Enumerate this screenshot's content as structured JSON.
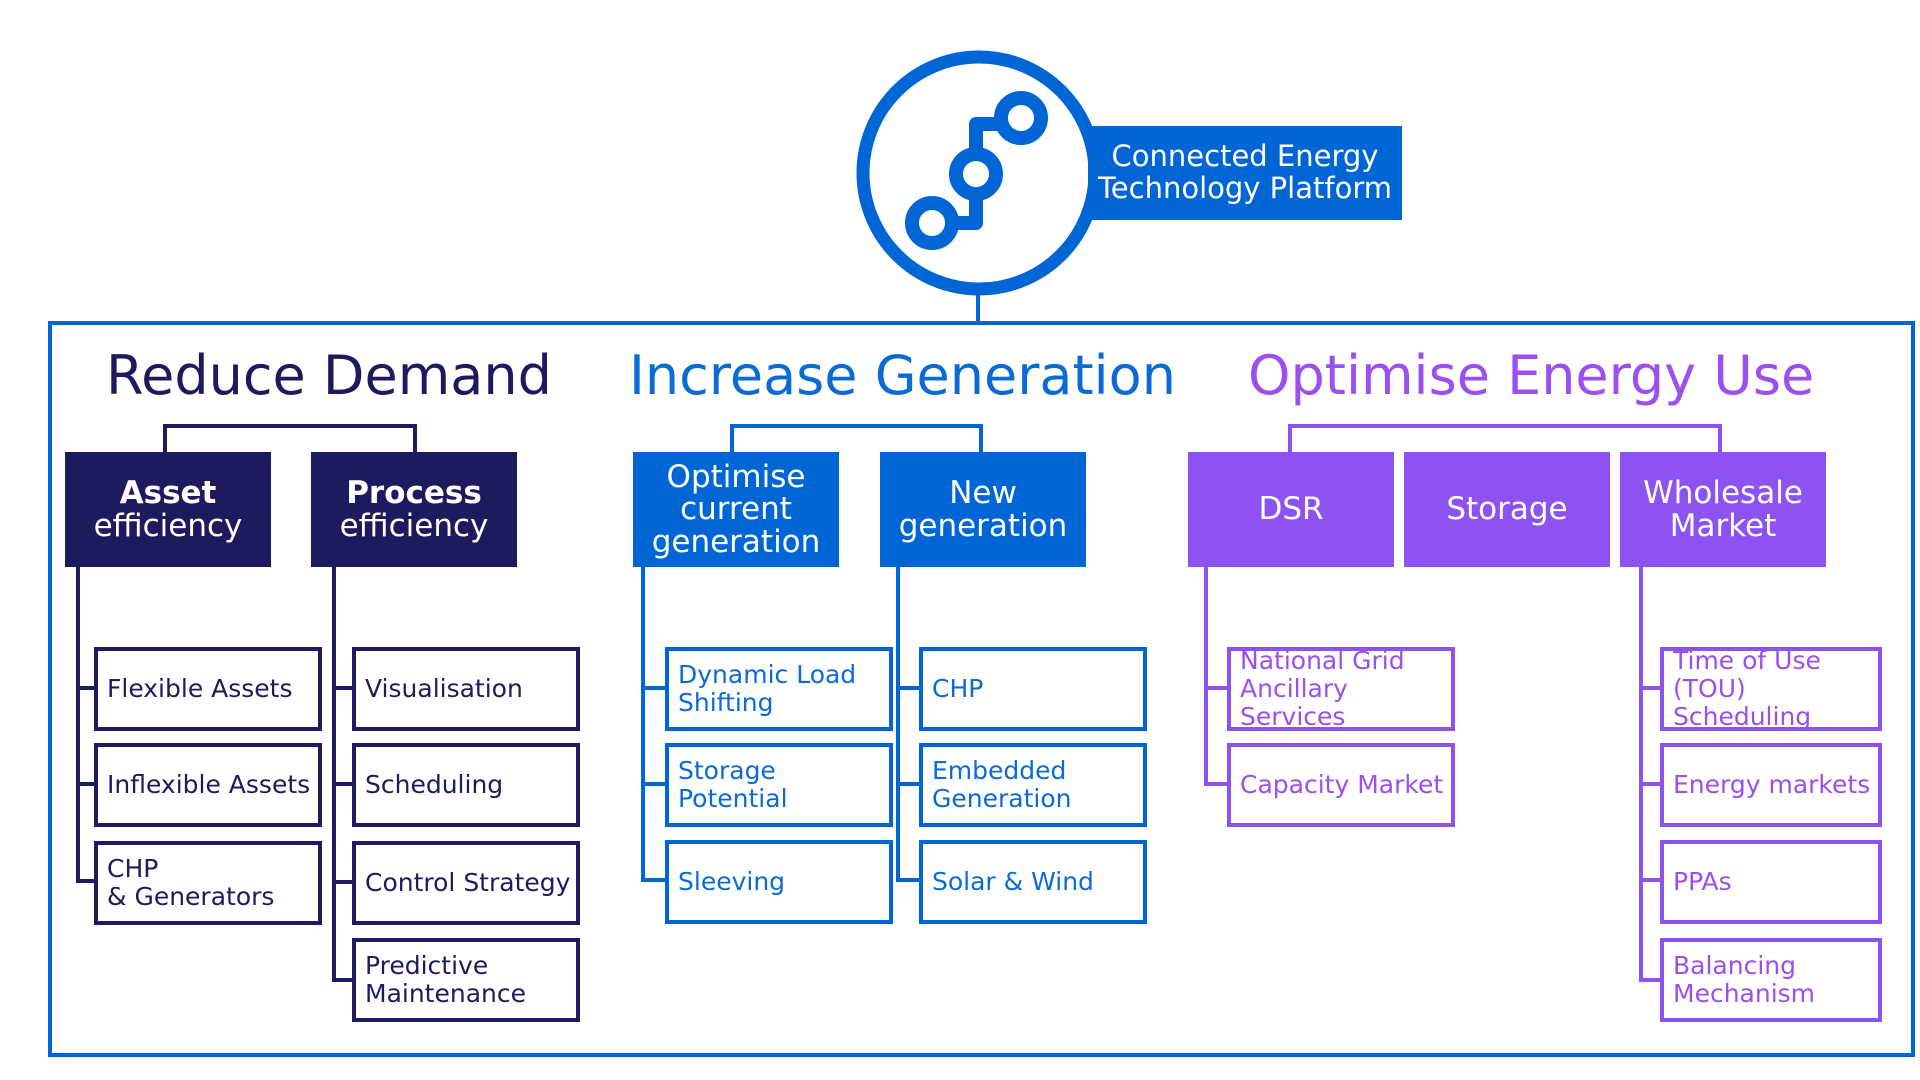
{
  "colors": {
    "dark": "#1e1a5e",
    "blue": "#0066d6",
    "purple": "#8c52f2",
    "purple_text": "#9b4ff0"
  },
  "platform": {
    "icon": "connected-nodes-icon",
    "label_line1": "Connected Energy",
    "label_line2": "Technology Platform"
  },
  "sections": [
    {
      "title": "Reduce Demand",
      "groups": [
        {
          "line1": "Asset",
          "line2": "efficiency",
          "items": [
            [
              "Flexible Assets"
            ],
            [
              "Inflexible Assets"
            ],
            [
              "CHP",
              "& Generators"
            ]
          ]
        },
        {
          "line1": "Process",
          "line2": "efficiency",
          "items": [
            [
              "Visualisation"
            ],
            [
              "Scheduling"
            ],
            [
              "Control Strategy"
            ],
            [
              "Predictive",
              "Maintenance"
            ]
          ]
        }
      ]
    },
    {
      "title": "Increase Generation",
      "groups": [
        {
          "line1": "Optimise",
          "line2": "current",
          "line3": "generation",
          "items": [
            [
              "Dynamic Load",
              "Shifting"
            ],
            [
              "Storage Potential"
            ],
            [
              "Sleeving"
            ]
          ]
        },
        {
          "line1": "New",
          "line2": "generation",
          "items": [
            [
              "CHP"
            ],
            [
              "Embedded",
              "Generation"
            ],
            [
              "Solar & Wind"
            ]
          ]
        }
      ]
    },
    {
      "title": "Optimise Energy Use",
      "groups": [
        {
          "line1": "DSR",
          "items": [
            [
              "National Grid",
              "Ancillary Services"
            ],
            [
              "Capacity Market"
            ]
          ]
        },
        {
          "line1": "Storage",
          "items": []
        },
        {
          "line1": "Wholesale",
          "line2": "Market",
          "items": [
            [
              "Time of Use (TOU)",
              "Scheduling"
            ],
            [
              "Energy markets"
            ],
            [
              "PPAs"
            ],
            [
              "Balancing",
              "Mechanism"
            ]
          ]
        }
      ]
    }
  ]
}
